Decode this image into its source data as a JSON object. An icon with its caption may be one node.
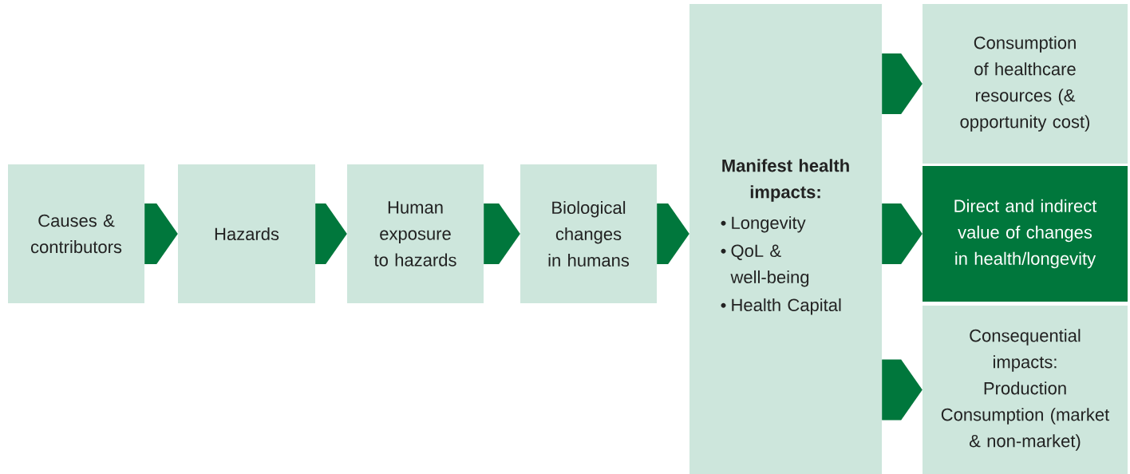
{
  "diagram": {
    "nodes": [
      {
        "text": [
          "Causes & contributors"
        ]
      },
      {
        "text": [
          "Hazards"
        ]
      },
      {
        "text": [
          "Human exposure to hazards"
        ]
      },
      {
        "text": [
          "Biological changes in humans"
        ]
      },
      {
        "text": [
          "Manifest health impacts:",
          "Longevity",
          "QoL & well-being",
          "Health Capital"
        ]
      },
      {
        "text": [
          "Consumption of healthcare resources (& opportunity cost)"
        ]
      },
      {
        "text": [
          "Direct and indirect value of changes in health/longevity"
        ]
      },
      {
        "text": [
          "Consequential impacts:",
          "Production",
          "Consumption (market & non-market)"
        ]
      }
    ],
    "edges": [
      {
        "from": 0,
        "to": 1,
        "arrow": "to"
      },
      {
        "from": 1,
        "to": 2,
        "arrow": "to"
      },
      {
        "from": 2,
        "to": 3,
        "arrow": "to"
      },
      {
        "from": 3,
        "to": 4,
        "arrow": "to"
      },
      {
        "from": 4,
        "to": 5,
        "arrow": "to"
      },
      {
        "from": 4,
        "to": 6,
        "arrow": "to"
      },
      {
        "from": 4,
        "to": 7,
        "arrow": "to"
      }
    ]
  }
}
